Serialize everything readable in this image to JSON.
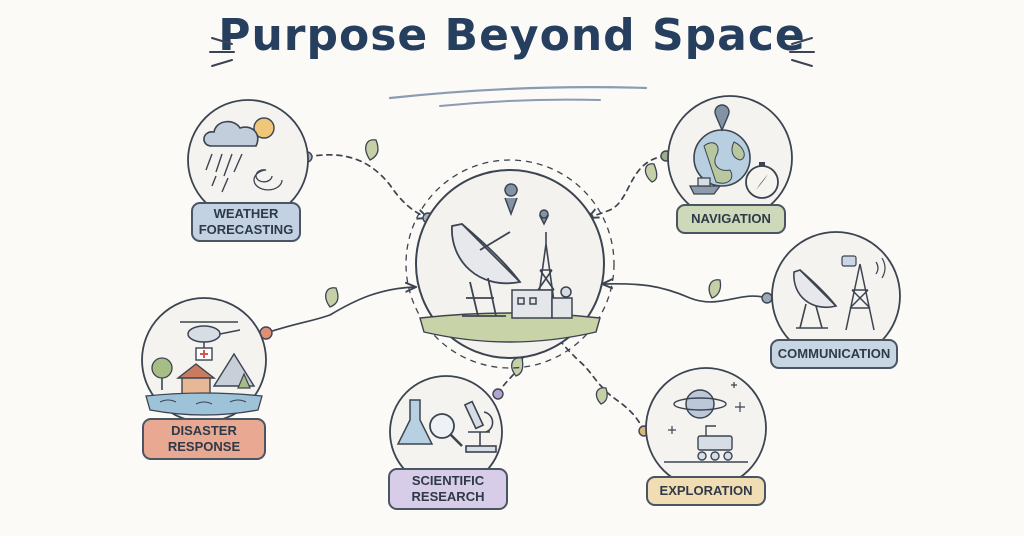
{
  "title": "Purpose Beyond Space",
  "colors": {
    "ink": "#3c4451",
    "title": "#263f5e",
    "weather": "#c2d2e2",
    "navigation": "#cdd9b8",
    "communication": "#c8d6e4",
    "exploration": "#f1ddb3",
    "research": "#d7cde8",
    "disaster": "#e8a892",
    "hub_ground": "#c9d3a8",
    "water": "#9ec3d8",
    "node_weather": "#a9b4c0",
    "node_nav": "#9fae8a",
    "node_comm": "#9aa8b8",
    "node_explore": "#d8b878",
    "node_research": "#b3a3d0",
    "node_disaster": "#e08f73"
  },
  "hub": {
    "icons": [
      "satellite-dish-icon",
      "antenna-tower-icon",
      "building-icon",
      "location-pin-icon"
    ]
  },
  "nodes": [
    {
      "id": "weather",
      "label": "WEATHER\nFORECASTING",
      "icons": [
        "cloud-icon",
        "sun-icon",
        "rain-icon",
        "cyclone-icon"
      ]
    },
    {
      "id": "navigation",
      "label": "NAVIGATION",
      "icons": [
        "globe-icon",
        "location-pin-icon",
        "compass-icon",
        "ship-icon"
      ]
    },
    {
      "id": "communication",
      "label": "COMMUNICATION",
      "icons": [
        "satellite-dish-icon",
        "antenna-tower-icon",
        "chat-bubble-icon",
        "signal-waves-icon"
      ]
    },
    {
      "id": "exploration",
      "label": "EXPLORATION",
      "icons": [
        "planet-icon",
        "rover-icon",
        "star-icon"
      ]
    },
    {
      "id": "research",
      "label": "SCIENTIFIC\nRESEARCH",
      "icons": [
        "flask-icon",
        "magnifier-icon",
        "microscope-icon"
      ]
    },
    {
      "id": "disaster",
      "label": "DISASTER\nRESPONSE",
      "icons": [
        "helicopter-icon",
        "medical-kit-icon",
        "house-icon",
        "tree-icon",
        "mountain-icon",
        "flood-water-icon"
      ]
    }
  ]
}
